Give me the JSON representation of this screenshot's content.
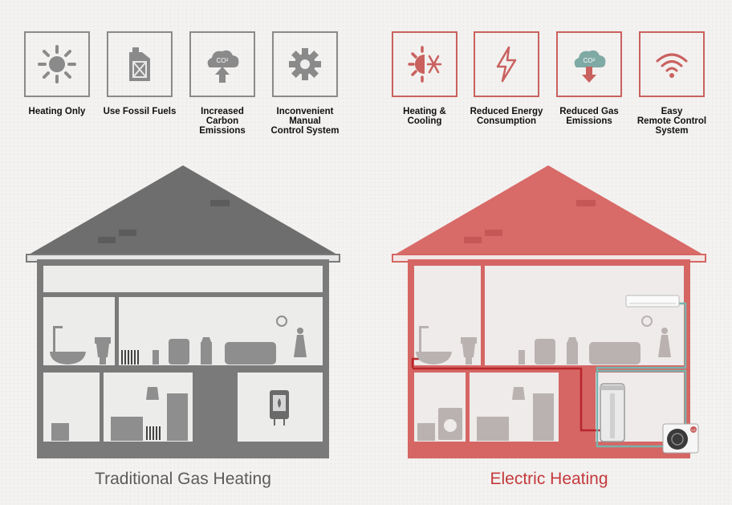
{
  "colors": {
    "traditional_accent": "#8a8a8a",
    "electric_accent": "#c9615f",
    "traditional_title": "#5b5b5b",
    "electric_title": "#c4393c",
    "pipe_red": "#b8262b",
    "pipe_teal": "#7ab3ad"
  },
  "traditional": {
    "title": "Traditional Gas Heating",
    "features": [
      {
        "icon": "sun-icon",
        "label": "Heating Only"
      },
      {
        "icon": "fuel-can-icon",
        "label": "Use Fossil Fuels"
      },
      {
        "icon": "co2-up-icon",
        "label": "Increased\nCarbon\nEmissions"
      },
      {
        "icon": "gear-icon",
        "label": "Inconvenient\nManual\nControl System"
      }
    ]
  },
  "electric": {
    "title": "Electric Heating",
    "features": [
      {
        "icon": "sun-snowflake-icon",
        "label": "Heating &\nCooling"
      },
      {
        "icon": "lightning-icon",
        "label": "Reduced Energy\nConsumption"
      },
      {
        "icon": "co2-down-icon",
        "label": "Reduced Gas\nEmissions"
      },
      {
        "icon": "wifi-icon",
        "label": "Easy\nRemote Control\nSystem"
      }
    ],
    "outdoor_unit_logo": "LG",
    "co2_text": "CO²"
  }
}
